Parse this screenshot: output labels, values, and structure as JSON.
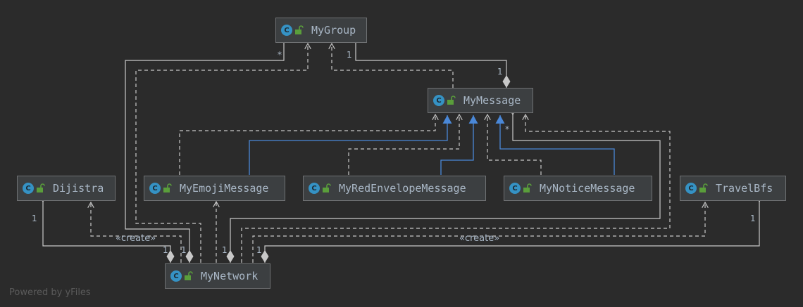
{
  "classes": {
    "mygroup": "MyGroup",
    "mymessage": "MyMessage",
    "dijistra": "Dijistra",
    "myemojimessage": "MyEmojiMessage",
    "myredenvelopemessage": "MyRedEnvelopeMessage",
    "mynoticemessage": "MyNoticeMessage",
    "travelbfs": "TravelBfs",
    "mynetwork": "MyNetwork"
  },
  "class_icon_letter": "C",
  "labels": {
    "create_left": "«create»",
    "create_right": "«create»",
    "star": "*",
    "one": "1"
  },
  "footer": "Powered by yFiles",
  "colors": {
    "background": "#2b2b2b",
    "node_fill": "#3c3f41",
    "node_border": "#6f7173",
    "text": "#a9b7c6",
    "edge": "#c8c8c8",
    "inheritance": "#4a88d8",
    "class_icon": "#3592c4",
    "lock_icon": "#5a9e3b"
  },
  "icons": [
    "class-icon",
    "lock-icon"
  ]
}
